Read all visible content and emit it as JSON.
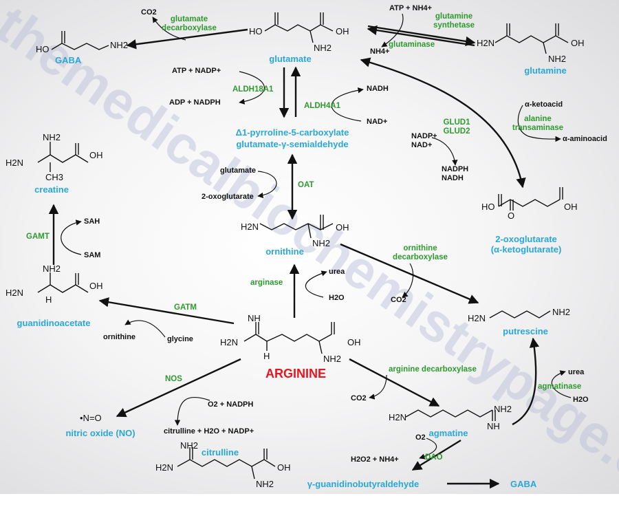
{
  "watermark": "themedicalbiochemistrypage.org",
  "compounds": {
    "glutamate": "glutamate",
    "gaba_top": "GABA",
    "glutamine": "glutamine",
    "p5c_1": "Δ1-pyrroline-5-carboxylate",
    "p5c_2": "glutamate-γ-semialdehyde",
    "creatine": "creatine",
    "oxoglutarate_1": "2-oxoglutarate",
    "oxoglutarate_2": "(α-ketoglutarate)",
    "ornithine": "ornithine",
    "guanidinoacetate": "guanidinoacetate",
    "putrescine": "putrescine",
    "arginine": "ARGININE",
    "nitric_oxide": "nitric oxide (NO)",
    "citrulline": "citrulline",
    "agmatine": "agmatine",
    "guanidinobutyraldehyde": "γ-guanidinobutyraldehyde",
    "gaba_bottom": "GABA"
  },
  "enzymes": {
    "glutamate_decarboxylase": "glutamate\ndecarboxylase",
    "glutamine_synthetase": "glutamine\nsynthetase",
    "glutaminase": "glutaminase",
    "aldh18a1": "ALDH18A1",
    "aldh4a1": "ALDH4A1",
    "glud": "GLUD1\nGLUD2",
    "alanine_transaminase": "alanine\ntransaminase",
    "oat": "OAT",
    "gamt": "GAMT",
    "ornithine_decarboxylase": "ornithine\ndecarboxylase",
    "arginase": "arginase",
    "gatm": "GATM",
    "nos": "NOS",
    "arginine_decarboxylase": "arginine decarboxylase",
    "agmatinase": "agmatinase",
    "dao": "DAO"
  },
  "cofactors": {
    "co2_glu": "CO2",
    "atp_nh4": "ATP + NH4+",
    "nh4": "NH4+",
    "atp_nadp": "ATP + NADP+",
    "adp_nadph": "ADP + NADPH",
    "nadh": "NADH",
    "nad": "NAD+",
    "nadp_nad": "NADP+\nNAD+",
    "nadph_nadh": "NADPH\nNADH",
    "ketoacid": "α-ketoacid",
    "aminoacid": "α-aminoacid",
    "oat_glutamate": "glutamate",
    "oat_oxoglutarate": "2-oxoglutarate",
    "sah": "SAH",
    "sam": "SAM",
    "urea_arginase": "urea",
    "h2o_arginase": "H2O",
    "co2_odc": "CO2",
    "ornithine_gatm": "ornithine",
    "glycine": "glycine",
    "o2_nadph": "O2 + NADPH",
    "citrulline_products": "citrulline + H2O + NADP+",
    "co2_adc": "CO2",
    "urea_agm": "urea",
    "h2o_agm": "H2O",
    "o2_dao": "O2",
    "h2o2_nh4": "H2O2 + NH4+"
  },
  "atoms": {
    "ho": "HO",
    "oh": "OH",
    "o": "O",
    "nh2": "NH2",
    "h2n": "H2N",
    "nh": "NH",
    "n": "N",
    "h": "H",
    "ch3": "CH3",
    "no": "•N=O"
  }
}
